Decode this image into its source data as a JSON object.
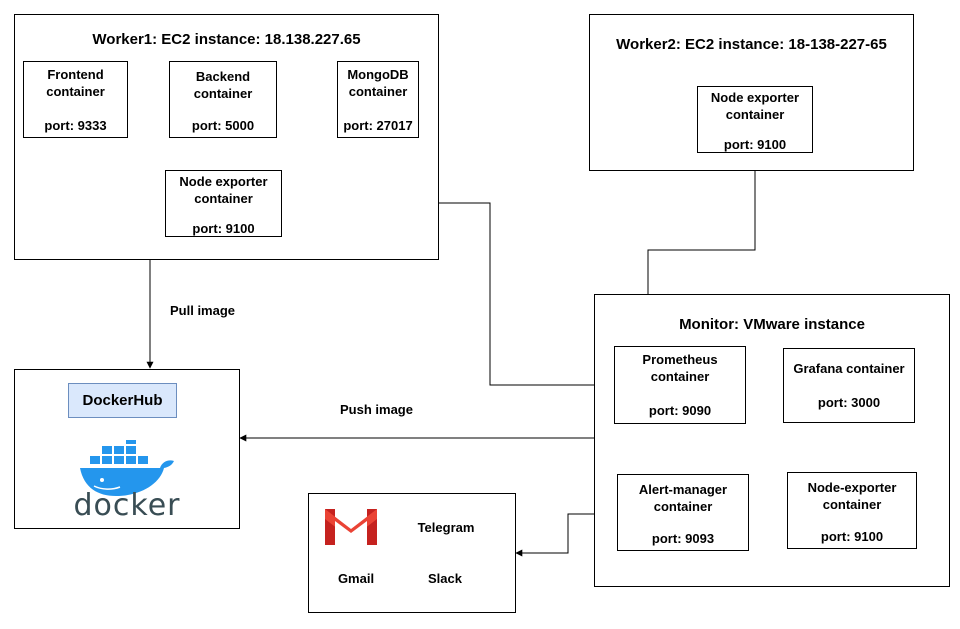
{
  "worker1": {
    "title": "Worker1: EC2 instance: 18.138.227.65",
    "frontend": {
      "name": "Frontend\ncontainer",
      "port": "port: 9333"
    },
    "backend": {
      "name": "Backend\ncontainer",
      "port": "port: 5000"
    },
    "mongodb": {
      "name": "MongoDB\ncontainer",
      "port": "port: 27017"
    },
    "node_exporter": {
      "name": "Node exporter\ncontainer",
      "port": "port: 9100"
    }
  },
  "worker2": {
    "title": "Worker2: EC2 instance: 18-138-227-65",
    "node_exporter": {
      "name": "Node exporter\ncontainer",
      "port": "port: 9100"
    }
  },
  "monitor": {
    "title": "Monitor: VMware instance",
    "prometheus": {
      "name": "Prometheus\ncontainer",
      "port": "port: 9090"
    },
    "grafana": {
      "name": "Grafana container",
      "port": "port: 3000"
    },
    "alertmanager": {
      "name": "Alert-manager\ncontainer",
      "port": "port: 9093"
    },
    "node_exporter": {
      "name": "Node-exporter\ncontainer",
      "port": "port: 9100"
    }
  },
  "dockerhub": {
    "badge": "DockerHub",
    "logo_text": "docker",
    "logo_color": "#2496ed",
    "logo_text_color": "#394d54"
  },
  "notifications": {
    "telegram": "Telegram",
    "gmail": "Gmail",
    "slack": "Slack",
    "gmail_icon": "gmail-icon",
    "gmail_color": "#d93025"
  },
  "edges": {
    "pull_image": "Pull image",
    "push_image": "Push image"
  }
}
